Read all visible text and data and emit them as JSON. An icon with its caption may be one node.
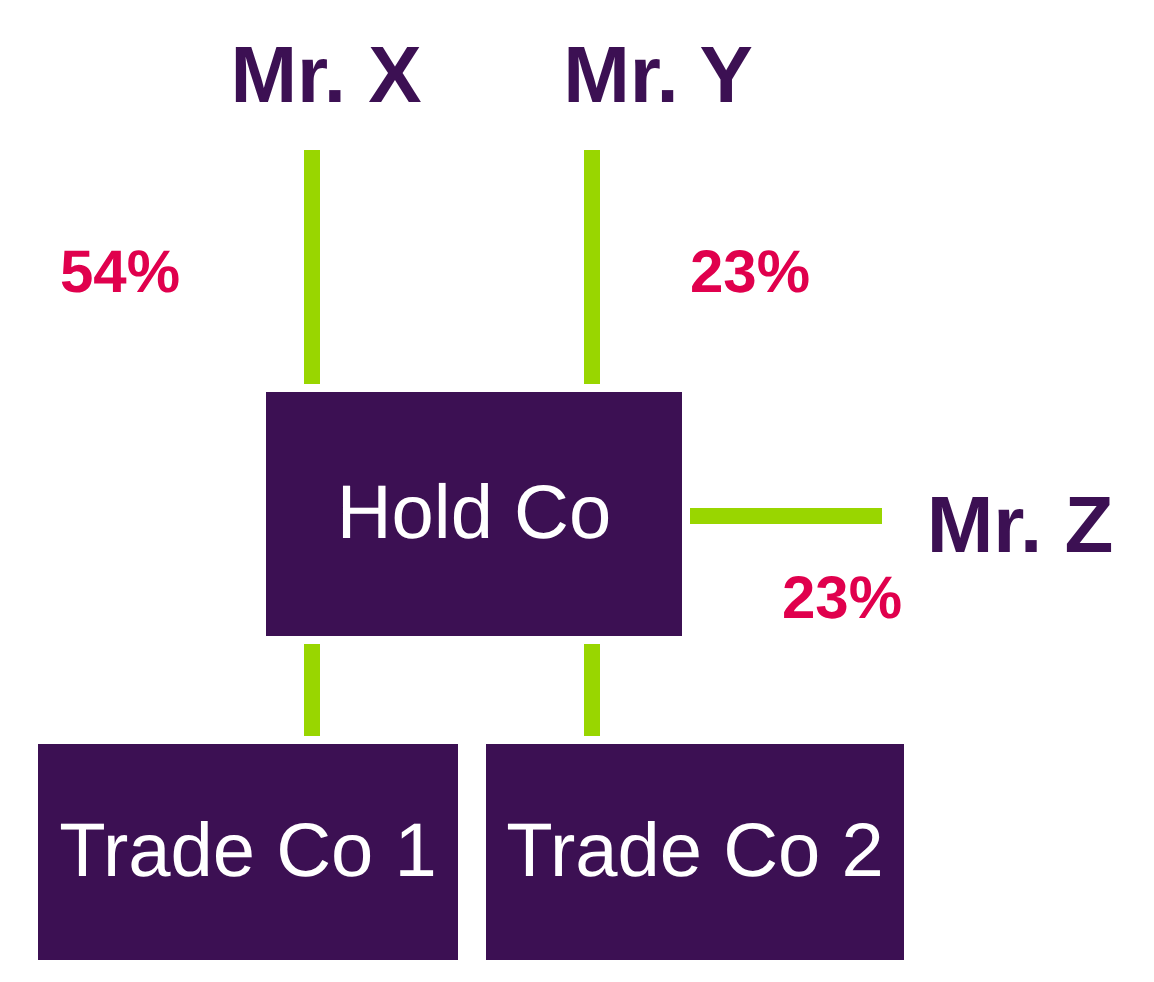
{
  "diagram": {
    "nodes": [
      {
        "text": [
          "Mr. X"
        ]
      },
      {
        "text": [
          "Mr. Y"
        ]
      },
      {
        "text": [
          "Hold Co"
        ]
      },
      {
        "text": [
          "Mr. Z"
        ]
      },
      {
        "text": [
          "Trade Co 1"
        ]
      },
      {
        "text": [
          "Trade Co 2"
        ]
      }
    ],
    "edges": [
      {
        "from": 0,
        "to": 2,
        "arrow": "none",
        "label": "54%"
      },
      {
        "from": 1,
        "to": 2,
        "arrow": "none",
        "label": "23%"
      },
      {
        "from": 2,
        "to": 3,
        "arrow": "none",
        "label": "23%"
      },
      {
        "from": 2,
        "to": 4,
        "arrow": "none"
      },
      {
        "from": 2,
        "to": 5,
        "arrow": "none"
      }
    ]
  }
}
